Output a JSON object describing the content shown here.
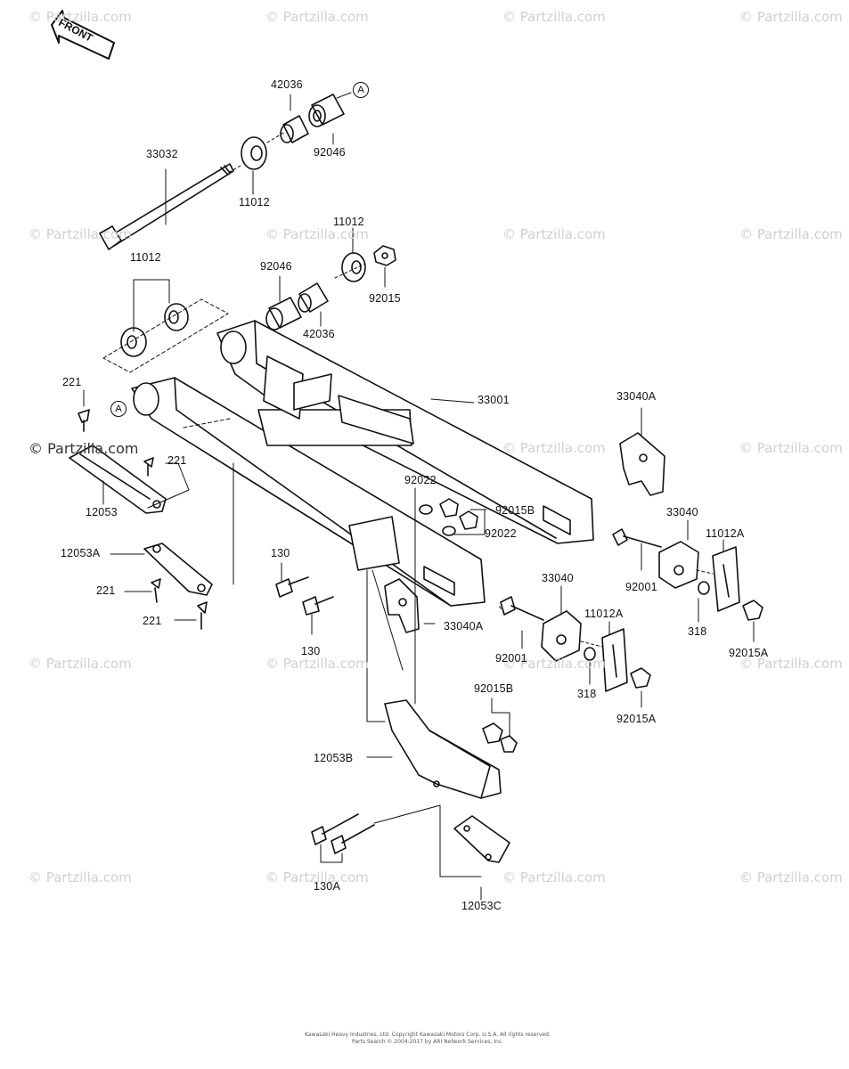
{
  "watermarks": [
    "© Partzilla.com",
    "© Partzilla.com",
    "© Partzilla.com",
    "© Partzilla.com",
    "© Partzilla.com",
    "© Partzilla.com",
    "© Partzilla.com",
    "© Partzilla.com",
    "© Partzilla.com",
    "© Partzilla.com",
    "© Partzilla.com",
    "© Partzilla.com",
    "© Partzilla.com",
    "© Partzilla.com",
    "© Partzilla.com",
    "© Partzilla.com",
    "© Partzilla.com",
    "© Partzilla.com",
    "© Partzilla.com"
  ],
  "front_label": "FRONT",
  "ref_marker": "A",
  "labels": {
    "p42036_top": "42036",
    "p92046_top": "92046",
    "p33032": "33032",
    "p11012_top": "11012",
    "p11012_mid": "11012",
    "p92046_mid": "92046",
    "p92015": "92015",
    "p42036_mid": "42036",
    "p11012_left": "11012",
    "p221_a": "221",
    "p33001": "33001",
    "p33040A_top": "33040A",
    "p221_b": "221",
    "p12053": "12053",
    "p92022_a": "92022",
    "p92015B_a": "92015B",
    "p92022_b": "92022",
    "p33040_r": "33040",
    "p11012A_r": "11012A",
    "p12053A": "12053A",
    "p130_a": "130",
    "p33040": "33040",
    "p221_c": "221",
    "p221_d": "221",
    "p92001_r": "92001",
    "p318_r": "318",
    "p92015A_r": "92015A",
    "p11012A": "11012A",
    "p33040A": "33040A",
    "p130_b": "130",
    "p92001": "92001",
    "p318": "318",
    "p92015B_b": "92015B",
    "p92015A": "92015A",
    "p12053B": "12053B",
    "p130A": "130A",
    "p12053C": "12053C"
  },
  "footer": {
    "line1": "Kawasaki Heavy Industries, Ltd. Copyright Kawasaki Motors Corp. U.S.A. All rights reserved.",
    "line2": "Parts Search © 2004-2017 by ARI Network Services, Inc."
  }
}
